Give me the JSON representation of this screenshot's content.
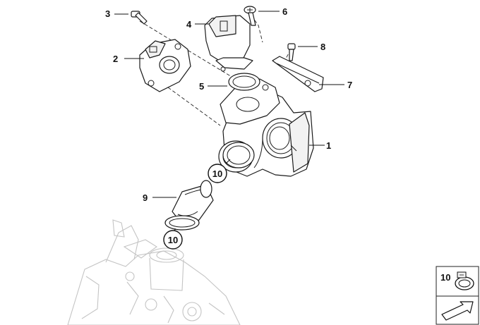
{
  "callouts": {
    "c1": "1",
    "c2": "2",
    "c3": "3",
    "c4": "4",
    "c5": "5",
    "c6": "6",
    "c7": "7",
    "c8": "8",
    "c9": "9",
    "c10a": "10",
    "c10b": "10"
  },
  "legend": {
    "item_number": "10",
    "item_icon": "hose-clamp-icon",
    "nav_icon": "arrow-icon"
  }
}
